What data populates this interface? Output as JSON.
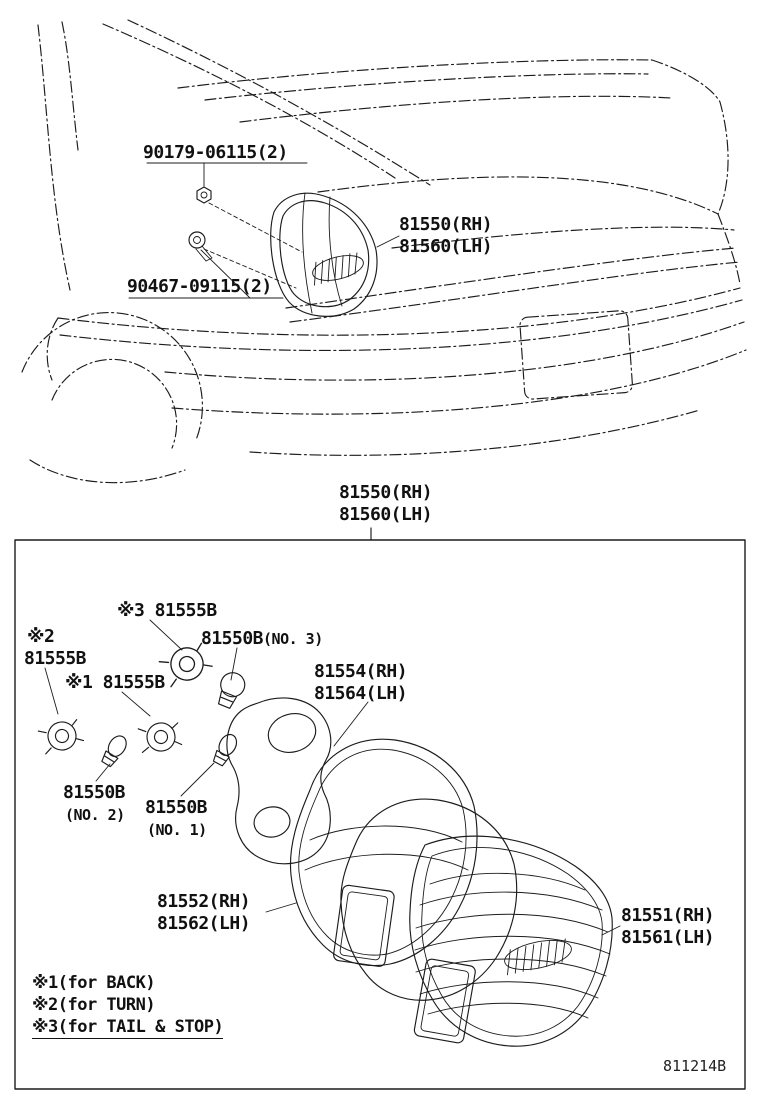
{
  "page": {
    "doc_number": "811214B"
  },
  "top_view": {
    "nut_part": "90179-06115(2)",
    "clip_part": "90467-09115(2)",
    "lamp": {
      "rh": "81550(RH)",
      "lh": "81560(LH)"
    }
  },
  "callout": {
    "rh": "81550(RH)",
    "lh": "81560(LH)"
  },
  "exploded": {
    "socket_tail_stop": "※3 81555B",
    "socket_turn_ref": "※2",
    "socket_turn": "81555B",
    "socket_back": "※1 81555B",
    "bulb_no3": "81550B",
    "bulb_no3_sub": "(NO. 3)",
    "bulb_no2": "81550B",
    "bulb_no2_sub": "(NO. 2)",
    "bulb_no1": "81550B",
    "bulb_no1_sub": "(NO. 1)",
    "packing": {
      "rh": "81554(RH)",
      "lh": "81564(LH)"
    },
    "lens_inner": {
      "rh": "81552(RH)",
      "lh": "81562(LH)"
    },
    "lamp_assy": {
      "rh": "81551(RH)",
      "lh": "81561(LH)"
    }
  },
  "legend": {
    "back": "※1(for BACK)",
    "turn": "※2(for TURN)",
    "tail_stop": "※3(for TAIL & STOP)"
  }
}
